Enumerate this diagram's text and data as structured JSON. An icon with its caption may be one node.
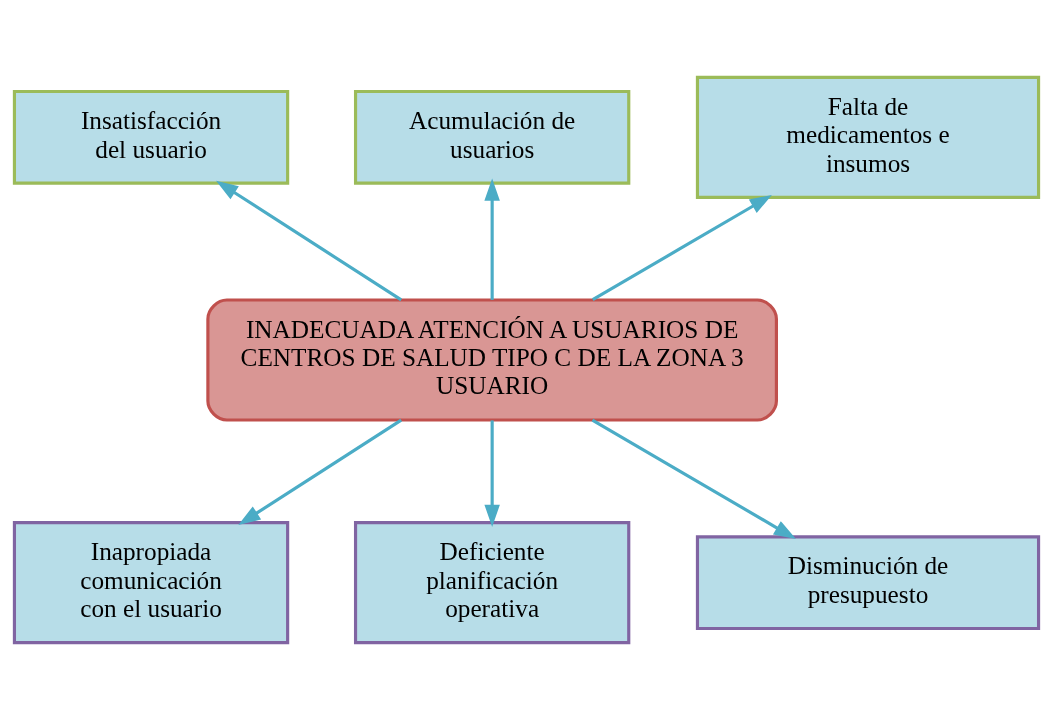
{
  "diagram": {
    "nodes": [
      {
        "text": [
          "Insatisfacción del usuario"
        ]
      },
      {
        "text": [
          "Acumulación de usuarios"
        ]
      },
      {
        "text": [
          "Falta de medicamentos e insumos"
        ]
      },
      {
        "text": [
          "INADECUADA ATENCIÓN A USUARIOS DE CENTROS DE SALUD TIPO C DE LA ZONA 3 USUARIO"
        ]
      },
      {
        "text": [
          "Inapropiada comunicación con el usuario"
        ]
      },
      {
        "text": [
          "Deficiente planificación operativa"
        ]
      },
      {
        "text": [
          "Disminución de presupuesto"
        ]
      }
    ],
    "edges": [
      {
        "from": 3,
        "to": 0,
        "arrow": "to"
      },
      {
        "from": 3,
        "to": 1,
        "arrow": "to"
      },
      {
        "from": 3,
        "to": 2,
        "arrow": "to"
      },
      {
        "from": 3,
        "to": 4,
        "arrow": "to"
      },
      {
        "from": 3,
        "to": 5,
        "arrow": "to"
      },
      {
        "from": 3,
        "to": 6,
        "arrow": "to"
      }
    ]
  }
}
